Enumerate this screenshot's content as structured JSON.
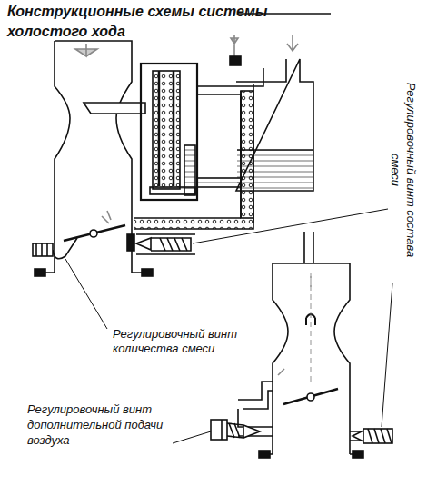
{
  "diagram": {
    "title": "Конструкционные схемы системы холостого хода",
    "labels": [
      "Регулировочный винт состава смеси",
      "Регулировочный винт количества смеси",
      "Регулировочный винт дополнительной подачи воздуха"
    ]
  }
}
